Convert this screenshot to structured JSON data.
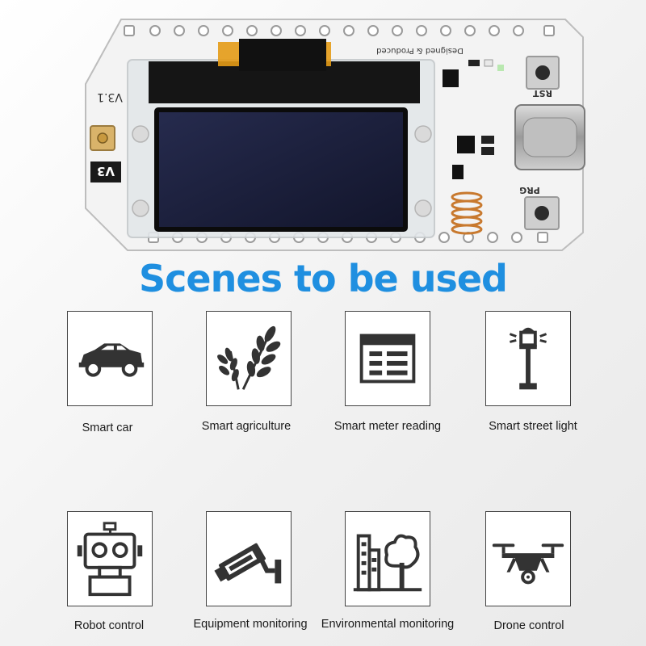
{
  "board": {
    "version_label": "V3.1",
    "badge_label": "V3",
    "silkscreen_text": "Designed & Produced",
    "rst_label": "RST",
    "prg_label": "PRG"
  },
  "section_title": "Scenes to be used",
  "scenes": [
    {
      "label": "Smart car",
      "icon": "car-icon"
    },
    {
      "label": "Smart agriculture",
      "icon": "wheat-icon"
    },
    {
      "label": "Smart meter reading",
      "icon": "meter-icon"
    },
    {
      "label": "Smart street light",
      "icon": "street-light-icon"
    },
    {
      "label": "Robot control",
      "icon": "robot-icon"
    },
    {
      "label": "Equipment monitoring",
      "icon": "camera-icon"
    },
    {
      "label": "Environmental monitoring",
      "icon": "city-tree-icon"
    },
    {
      "label": "Drone control",
      "icon": "drone-icon"
    }
  ],
  "colors": {
    "title": "#1f8fe0",
    "icon": "#333333",
    "board": "#f4f4f4",
    "screen": "#1b1f3a"
  }
}
